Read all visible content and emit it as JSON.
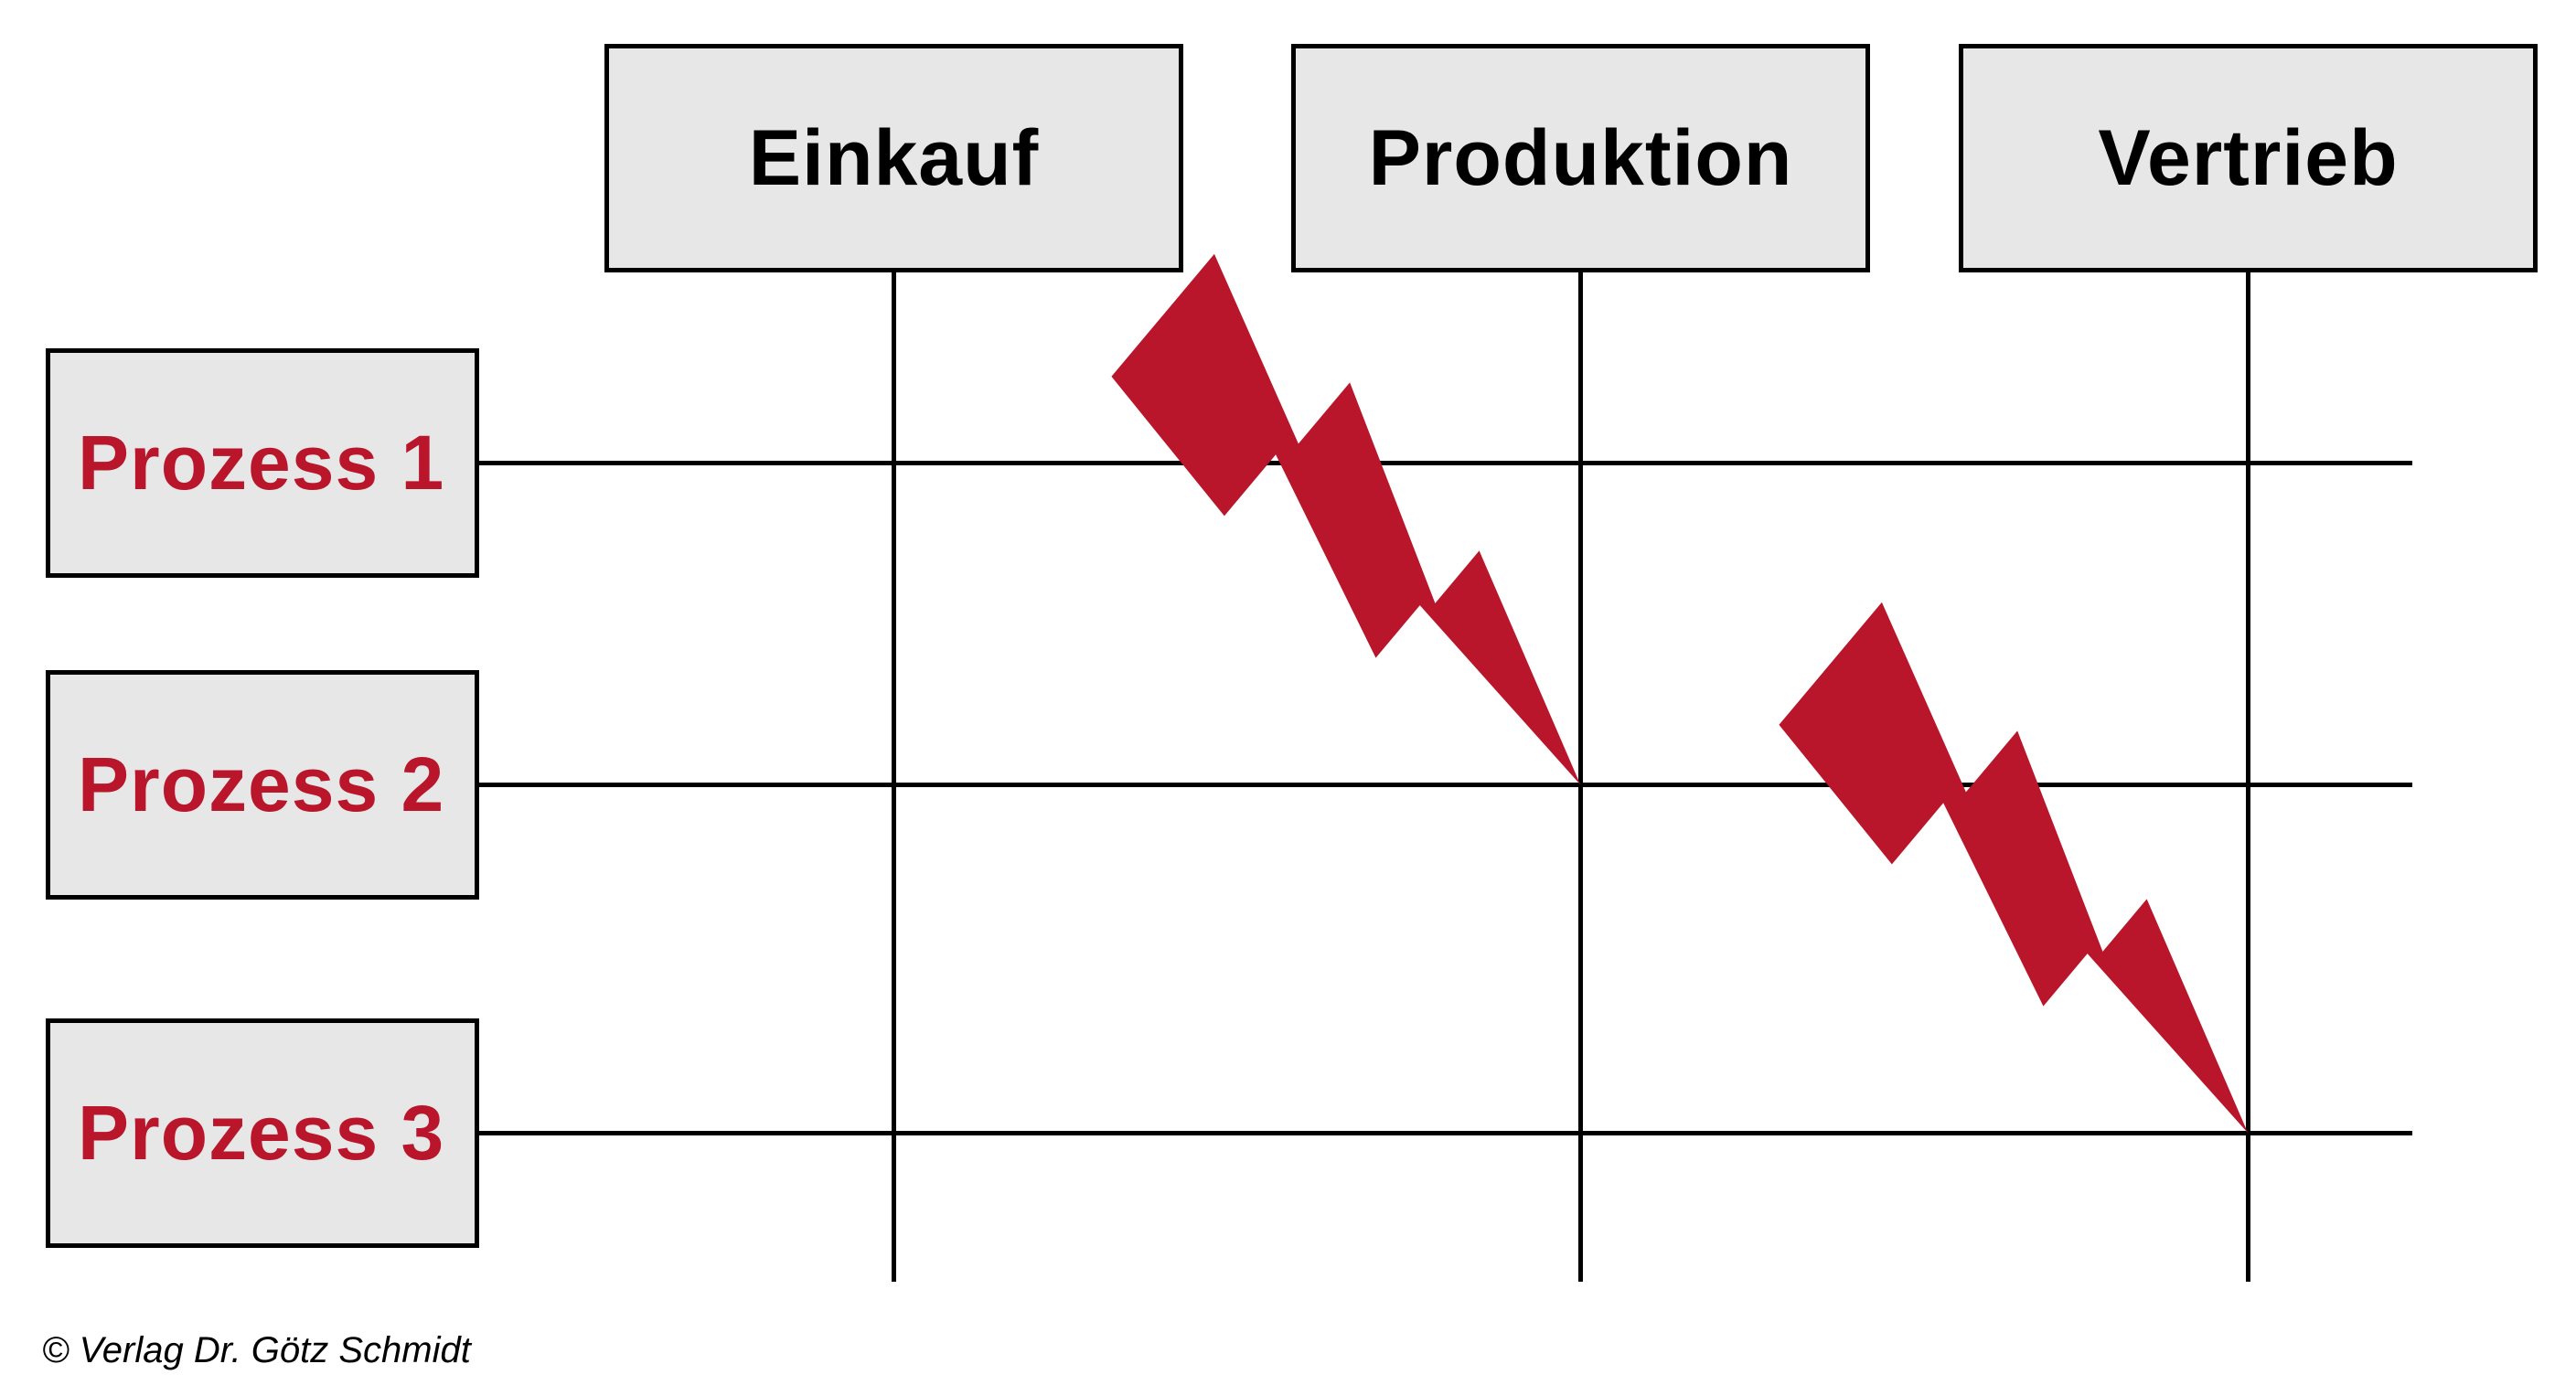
{
  "diagram": {
    "departments": [
      {
        "id": "einkauf",
        "label": "Einkauf"
      },
      {
        "id": "produktion",
        "label": "Produktion"
      },
      {
        "id": "vertrieb",
        "label": "Vertrieb"
      }
    ],
    "processes": [
      {
        "id": "prozess-1",
        "label": "Prozess 1"
      },
      {
        "id": "prozess-2",
        "label": "Prozess 2"
      },
      {
        "id": "prozess-3",
        "label": "Prozess 3"
      }
    ],
    "conflicts": [
      {
        "icon": "lightning-bolt",
        "at": "Produktion x Prozess 2"
      },
      {
        "icon": "lightning-bolt",
        "at": "Vertrieb x Prozess 3"
      }
    ],
    "footer": {
      "copyright": "© Verlag Dr. Götz Schmidt"
    },
    "colors": {
      "accent-red": "#B9152B",
      "box-fill": "#E7E7E7",
      "line": "#000000"
    }
  }
}
